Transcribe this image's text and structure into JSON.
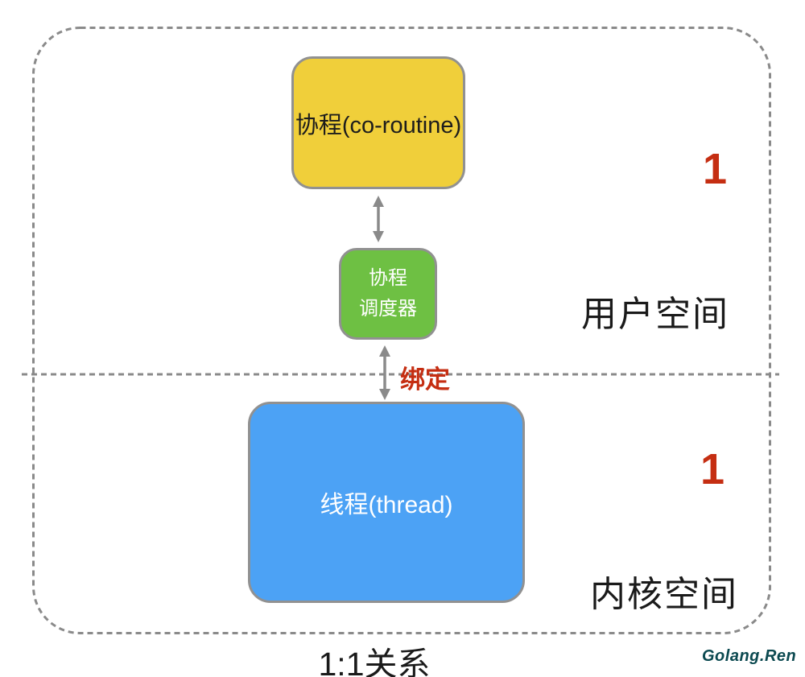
{
  "caption": "1:1关系",
  "watermark": "Golang.Ren",
  "regions": {
    "user_space": {
      "label": "用户空间",
      "count": "1"
    },
    "kernel_space": {
      "label": "内核空间",
      "count": "1"
    }
  },
  "nodes": {
    "coroutine": {
      "label": "协程(co-routine)",
      "fill": "#f0cf3a"
    },
    "scheduler": {
      "line1": "协程",
      "line2": "调度器",
      "fill": "#6ec043"
    },
    "thread": {
      "label": "线程(thread)",
      "fill": "#4ca2f5"
    }
  },
  "edges": {
    "bind_label": "绑定"
  },
  "colors": {
    "accent_red": "#c52e12",
    "line_gray": "#8a8a8a",
    "node_border_gray": "#919191",
    "watermark_teal": "#0b4950"
  }
}
